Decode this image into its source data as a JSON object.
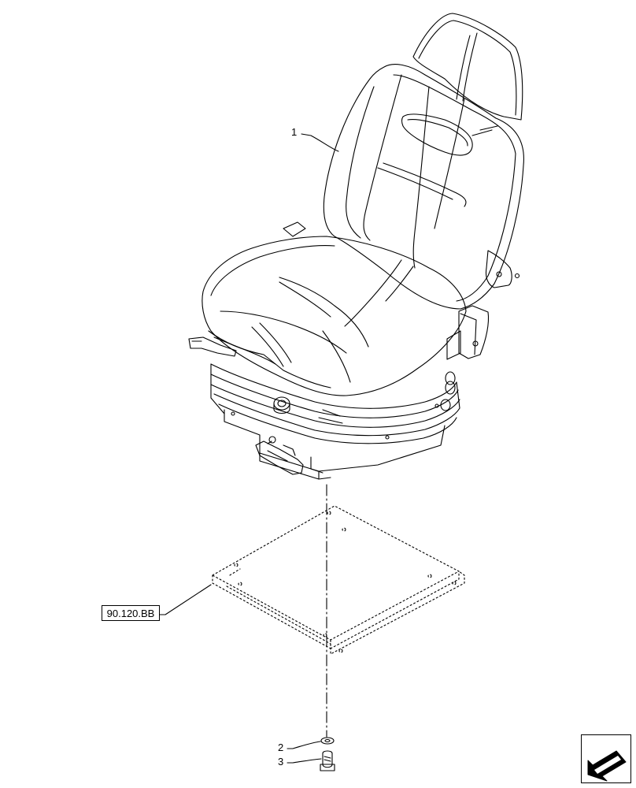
{
  "callouts": {
    "seat": "1",
    "washer": "2",
    "bolt": "3"
  },
  "reference": {
    "label": "90.120.BB"
  },
  "navigation": {
    "icon": "arrow-back-icon"
  }
}
